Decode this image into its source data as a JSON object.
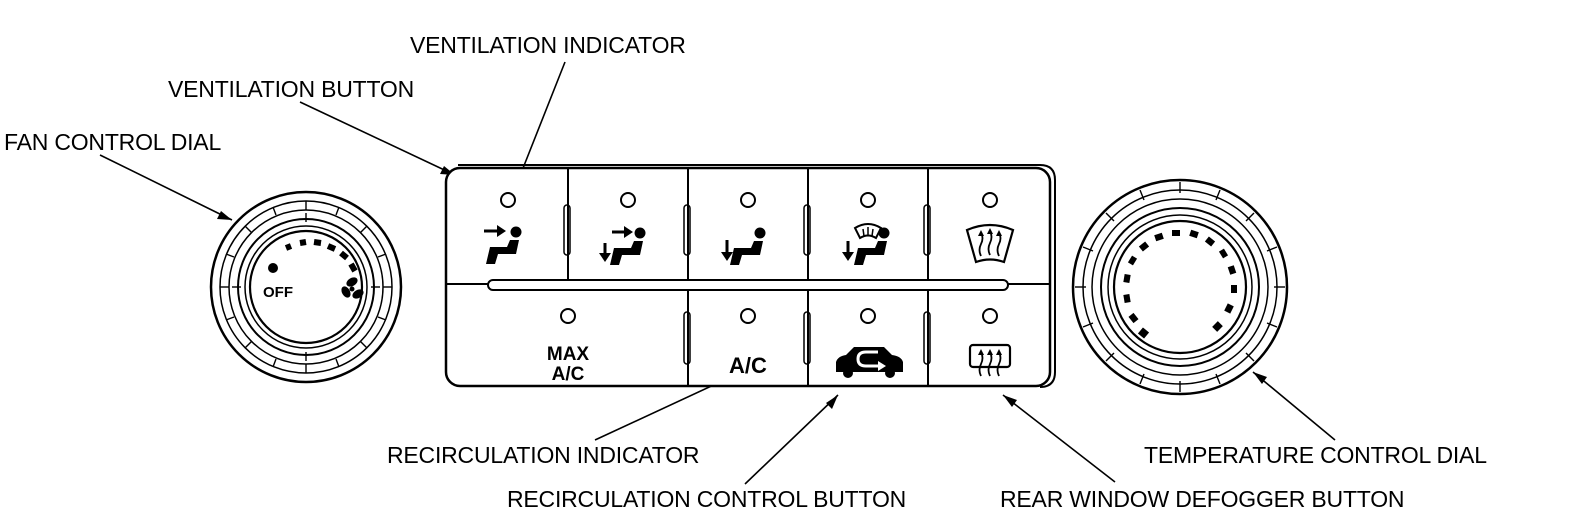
{
  "callouts": {
    "ventilation_indicator": "VENTILATION INDICATOR",
    "ventilation_button": "VENTILATION BUTTON",
    "fan_control_dial": "FAN CONTROL DIAL",
    "recirculation_indicator": "RECIRCULATION INDICATOR",
    "recirculation_control_button": "RECIRCULATION CONTROL BUTTON",
    "rear_window_defogger_button": "REAR WINDOW DEFOGGER BUTTON",
    "temperature_control_dial": "TEMPERATURE CONTROL DIAL"
  },
  "panel": {
    "fan_off_label": "OFF",
    "max_ac_line1": "MAX",
    "max_ac_line2": "A/C",
    "ac_label": "A/C"
  },
  "colors": {
    "line": "#000000",
    "background": "#ffffff"
  }
}
